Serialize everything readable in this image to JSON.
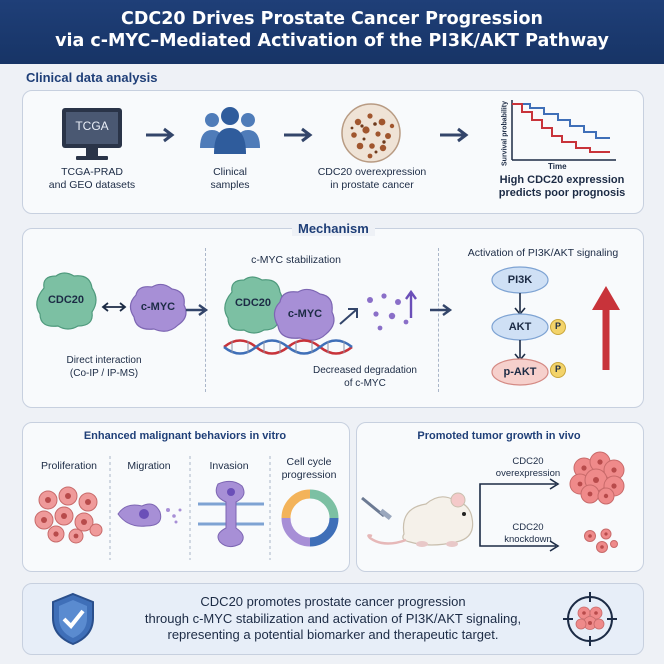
{
  "header": {
    "title_line1": "CDC20 Drives Prostate Cancer Progression",
    "title_line2": "via c-MYC–Mediated Activation of the PI3K/AKT Pathway"
  },
  "clinical": {
    "label": "Clinical data analysis",
    "monitor_text": "TCGA",
    "step1": "TCGA-PRAD\nand GEO datasets",
    "step2": "Clinical\nsamples",
    "step3": "CDC20 overexpression\nin prostate cancer",
    "step4": "High CDC20 expression\npredicts poor prognosis",
    "km_ylabel": "Survival probability",
    "km_xlabel": "Time"
  },
  "mechanism": {
    "label": "Mechanism",
    "cdc20": "CDC20",
    "cmyc": "c-MYC",
    "direct_interaction": "Direct interaction\n(Co-IP / IP-MS)",
    "stabilization_title": "c-MYC stabilization",
    "decreased": "Decreased degradation\nof c-MYC",
    "pathway_title": "Activation of PI3K/AKT signaling",
    "pi3k": "PI3K",
    "akt": "AKT",
    "pakt": "p-AKT",
    "p": "P"
  },
  "invitro": {
    "title": "Enhanced malignant behaviors in vitro",
    "items": [
      "Proliferation",
      "Migration",
      "Invasion",
      "Cell cycle\nprogression"
    ]
  },
  "invivo": {
    "title": "Promoted tumor growth in vivo",
    "over": "CDC20\noverexpression",
    "knock": "CDC20\nknockdown"
  },
  "conclusion": {
    "text": "CDC20 promotes prostate cancer progression\nthrough c-MYC stabilization and activation of PI3K/AKT signaling,\nrepresenting a potential biomarker and therapeutic target."
  },
  "colors": {
    "navy": "#1f3f78",
    "cdc20_green": "#7cc0a3",
    "cmyc_purple": "#a78fd6",
    "red": "#c8333a",
    "blue": "#3f6fb8"
  }
}
